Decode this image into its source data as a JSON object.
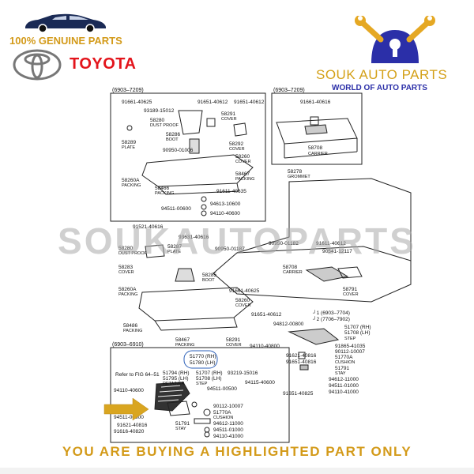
{
  "header": {
    "genuine_label": "100% GENUINE PARTS",
    "brand_name": "TOYOTA",
    "seller_name": "SOUK AUTO PARTS",
    "seller_tagline": "WORLD OF AUTO PARTS"
  },
  "watermark": "SOUKAUTOPARTS",
  "footer": {
    "notice": "YOU ARE BUYING A HIGHLIGHTED PART ONLY"
  },
  "colors": {
    "gold": "#d39a19",
    "toyota_red": "#e3141b",
    "tagline_blue": "#2b2fa8",
    "highlight_arrow": "#d9a520"
  },
  "diagram": {
    "box1_range": "(6903–7209)",
    "box2_range": "(6903–7209)",
    "box3_range": "(6903–6910)",
    "box2_parts": [
      {
        "pn": "91661-40616",
        "name": ""
      },
      {
        "pn": "58708",
        "name": "CARRIER"
      }
    ],
    "box1_parts": [
      {
        "pn": "91661-40625",
        "name": ""
      },
      {
        "pn": "93189-15012",
        "name": ""
      },
      {
        "pn": "58280",
        "name": "DUST PROOF"
      },
      {
        "pn": "91651-40612",
        "name": ""
      },
      {
        "pn": "91651-40612",
        "name": ""
      },
      {
        "pn": "58291",
        "name": "COVER"
      },
      {
        "pn": "58286",
        "name": "BOOT"
      },
      {
        "pn": "58292",
        "name": "COVER"
      },
      {
        "pn": "90950-01006",
        "name": ""
      },
      {
        "pn": "58289",
        "name": "PLATE"
      },
      {
        "pn": "58260",
        "name": "COVER"
      },
      {
        "pn": "58467",
        "name": "PACKING"
      },
      {
        "pn": "58260A",
        "name": "PACKING"
      },
      {
        "pn": "58466",
        "name": "PACKING"
      },
      {
        "pn": "91611-40635",
        "name": ""
      },
      {
        "pn": "94613-10600",
        "name": ""
      },
      {
        "pn": "94511-00600",
        "name": ""
      },
      {
        "pn": "94110-40600",
        "name": ""
      }
    ],
    "middle_parts": [
      {
        "pn": "58278",
        "name": "GROMMET"
      },
      {
        "pn": "91521-40616",
        "name": ""
      },
      {
        "pn": "58280",
        "name": "DUST PROOF"
      },
      {
        "pn": "93631-40616",
        "name": ""
      },
      {
        "pn": "58287",
        "name": "PLATE"
      },
      {
        "pn": "90950-01187",
        "name": ""
      },
      {
        "pn": "90950-01182",
        "name": ""
      },
      {
        "pn": "91611-40612",
        "name": ""
      },
      {
        "pn": "90541-12117",
        "name": ""
      },
      {
        "pn": "58283",
        "name": "COVER"
      },
      {
        "pn": "58285",
        "name": "BOOT"
      },
      {
        "pn": "58708",
        "name": "CARRIER"
      },
      {
        "pn": "58791",
        "name": "COVER"
      },
      {
        "pn": "91661-40625",
        "name": ""
      },
      {
        "pn": "58260A",
        "name": "PACKING"
      },
      {
        "pn": "58260",
        "name": "COVER"
      },
      {
        "pn": "91651-40612",
        "name": ""
      },
      {
        "pn": "58486",
        "name": "PACKING"
      },
      {
        "pn": "94812-00800",
        "name": ""
      },
      {
        "pn": "58467",
        "name": "PACKING"
      },
      {
        "pn": "58291",
        "name": "COVER"
      },
      {
        "pn": "94110-40800",
        "name": ""
      },
      {
        "pn": "┘1 (6903–7704)",
        "name": ""
      },
      {
        "pn": "┘2 (7706–7902)",
        "name": ""
      }
    ],
    "step_parts": [
      {
        "pn": "51707 (RH)",
        "name": ""
      },
      {
        "pn": "51708 (LH)",
        "name": "STEP"
      },
      {
        "pn": "91865-41035",
        "name": ""
      },
      {
        "pn": "90112-10007",
        "name": ""
      },
      {
        "pn": "51770A",
        "name": "CUSHION"
      },
      {
        "pn": "51791",
        "name": "STAY"
      },
      {
        "pn": "94612-11000",
        "name": ""
      },
      {
        "pn": "94511-01000",
        "name": ""
      },
      {
        "pn": "94110-41000",
        "name": ""
      },
      {
        "pn": "91621-40816",
        "name": ""
      },
      {
        "pn": "91651-40816",
        "name": ""
      },
      {
        "pn": "91651-40825",
        "name": ""
      }
    ],
    "box3_highlight": [
      "51770 (RH)",
      "51780 (LH)"
    ],
    "box3_parts": [
      {
        "pn": "Refer to FIG 64–51",
        "name": ""
      },
      {
        "pn": "51794 (RH)",
        "name": ""
      },
      {
        "pn": "51795 (LH)",
        "name": "RETAINER"
      },
      {
        "pn": "51707 (RH)",
        "name": ""
      },
      {
        "pn": "51708 (LH)",
        "name": "STEP"
      },
      {
        "pn": "93219-15016",
        "name": ""
      },
      {
        "pn": "94115-40600",
        "name": ""
      },
      {
        "pn": "94110-40600",
        "name": ""
      },
      {
        "pn": "94511-00500",
        "name": ""
      },
      {
        "pn": "94511-00800",
        "name": ""
      },
      {
        "pn": "90112-10007",
        "name": ""
      },
      {
        "pn": "91621-40816",
        "name": ""
      },
      {
        "pn": "51770A",
        "name": "CUSHION"
      },
      {
        "pn": "91616-40820",
        "name": ""
      },
      {
        "pn": "51791",
        "name": "STAY"
      },
      {
        "pn": "94612-11000",
        "name": ""
      },
      {
        "pn": "94511-01000",
        "name": ""
      },
      {
        "pn": "94110-41000",
        "name": ""
      }
    ]
  }
}
